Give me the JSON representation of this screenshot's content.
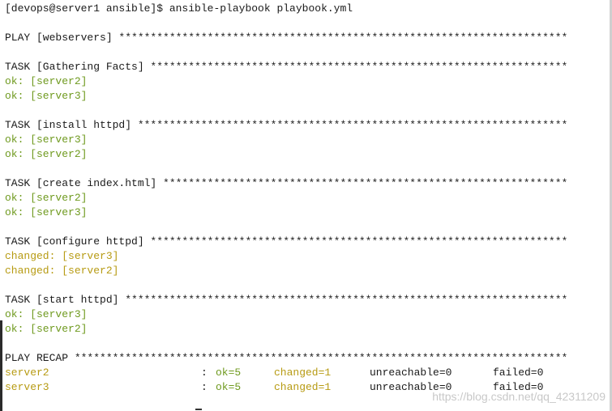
{
  "terminal": {
    "command_line": "[devops@server1 ansible]$ ansible-playbook playbook.yml",
    "play_header": "PLAY [webservers] ***********************************************************************",
    "tasks": [
      {
        "header": "TASK [Gathering Facts] ******************************************************************",
        "results": [
          {
            "status": "ok",
            "text": "ok: [server2]"
          },
          {
            "status": "ok",
            "text": "ok: [server3]"
          }
        ]
      },
      {
        "header": "TASK [install httpd] ********************************************************************",
        "results": [
          {
            "status": "ok",
            "text": "ok: [server3]"
          },
          {
            "status": "ok",
            "text": "ok: [server2]"
          }
        ]
      },
      {
        "header": "TASK [create index.html] ****************************************************************",
        "results": [
          {
            "status": "ok",
            "text": "ok: [server2]"
          },
          {
            "status": "ok",
            "text": "ok: [server3]"
          }
        ]
      },
      {
        "header": "TASK [configure httpd] ******************************************************************",
        "results": [
          {
            "status": "changed",
            "text": "changed: [server3]"
          },
          {
            "status": "changed",
            "text": "changed: [server2]"
          }
        ]
      },
      {
        "header": "TASK [start httpd] **********************************************************************",
        "results": [
          {
            "status": "ok",
            "text": "ok: [server3]"
          },
          {
            "status": "ok",
            "text": "ok: [server2]"
          }
        ]
      }
    ],
    "recap_header": "PLAY RECAP ******************************************************************************",
    "recap": [
      {
        "host": "server2",
        "colon": ":",
        "ok": "ok=5",
        "changed": "changed=1",
        "unreachable": "unreachable=0",
        "failed": "failed=0"
      },
      {
        "host": "server3",
        "colon": ":",
        "ok": "ok=5",
        "changed": "changed=1",
        "unreachable": "unreachable=0",
        "failed": "failed=0"
      }
    ],
    "watermark": "https://blog.csdn.net/qq_42311209"
  },
  "colors": {
    "ok": "#6f9a1f",
    "changed": "#b79b13",
    "text": "#1a1a1a",
    "background": "#ffffff"
  }
}
